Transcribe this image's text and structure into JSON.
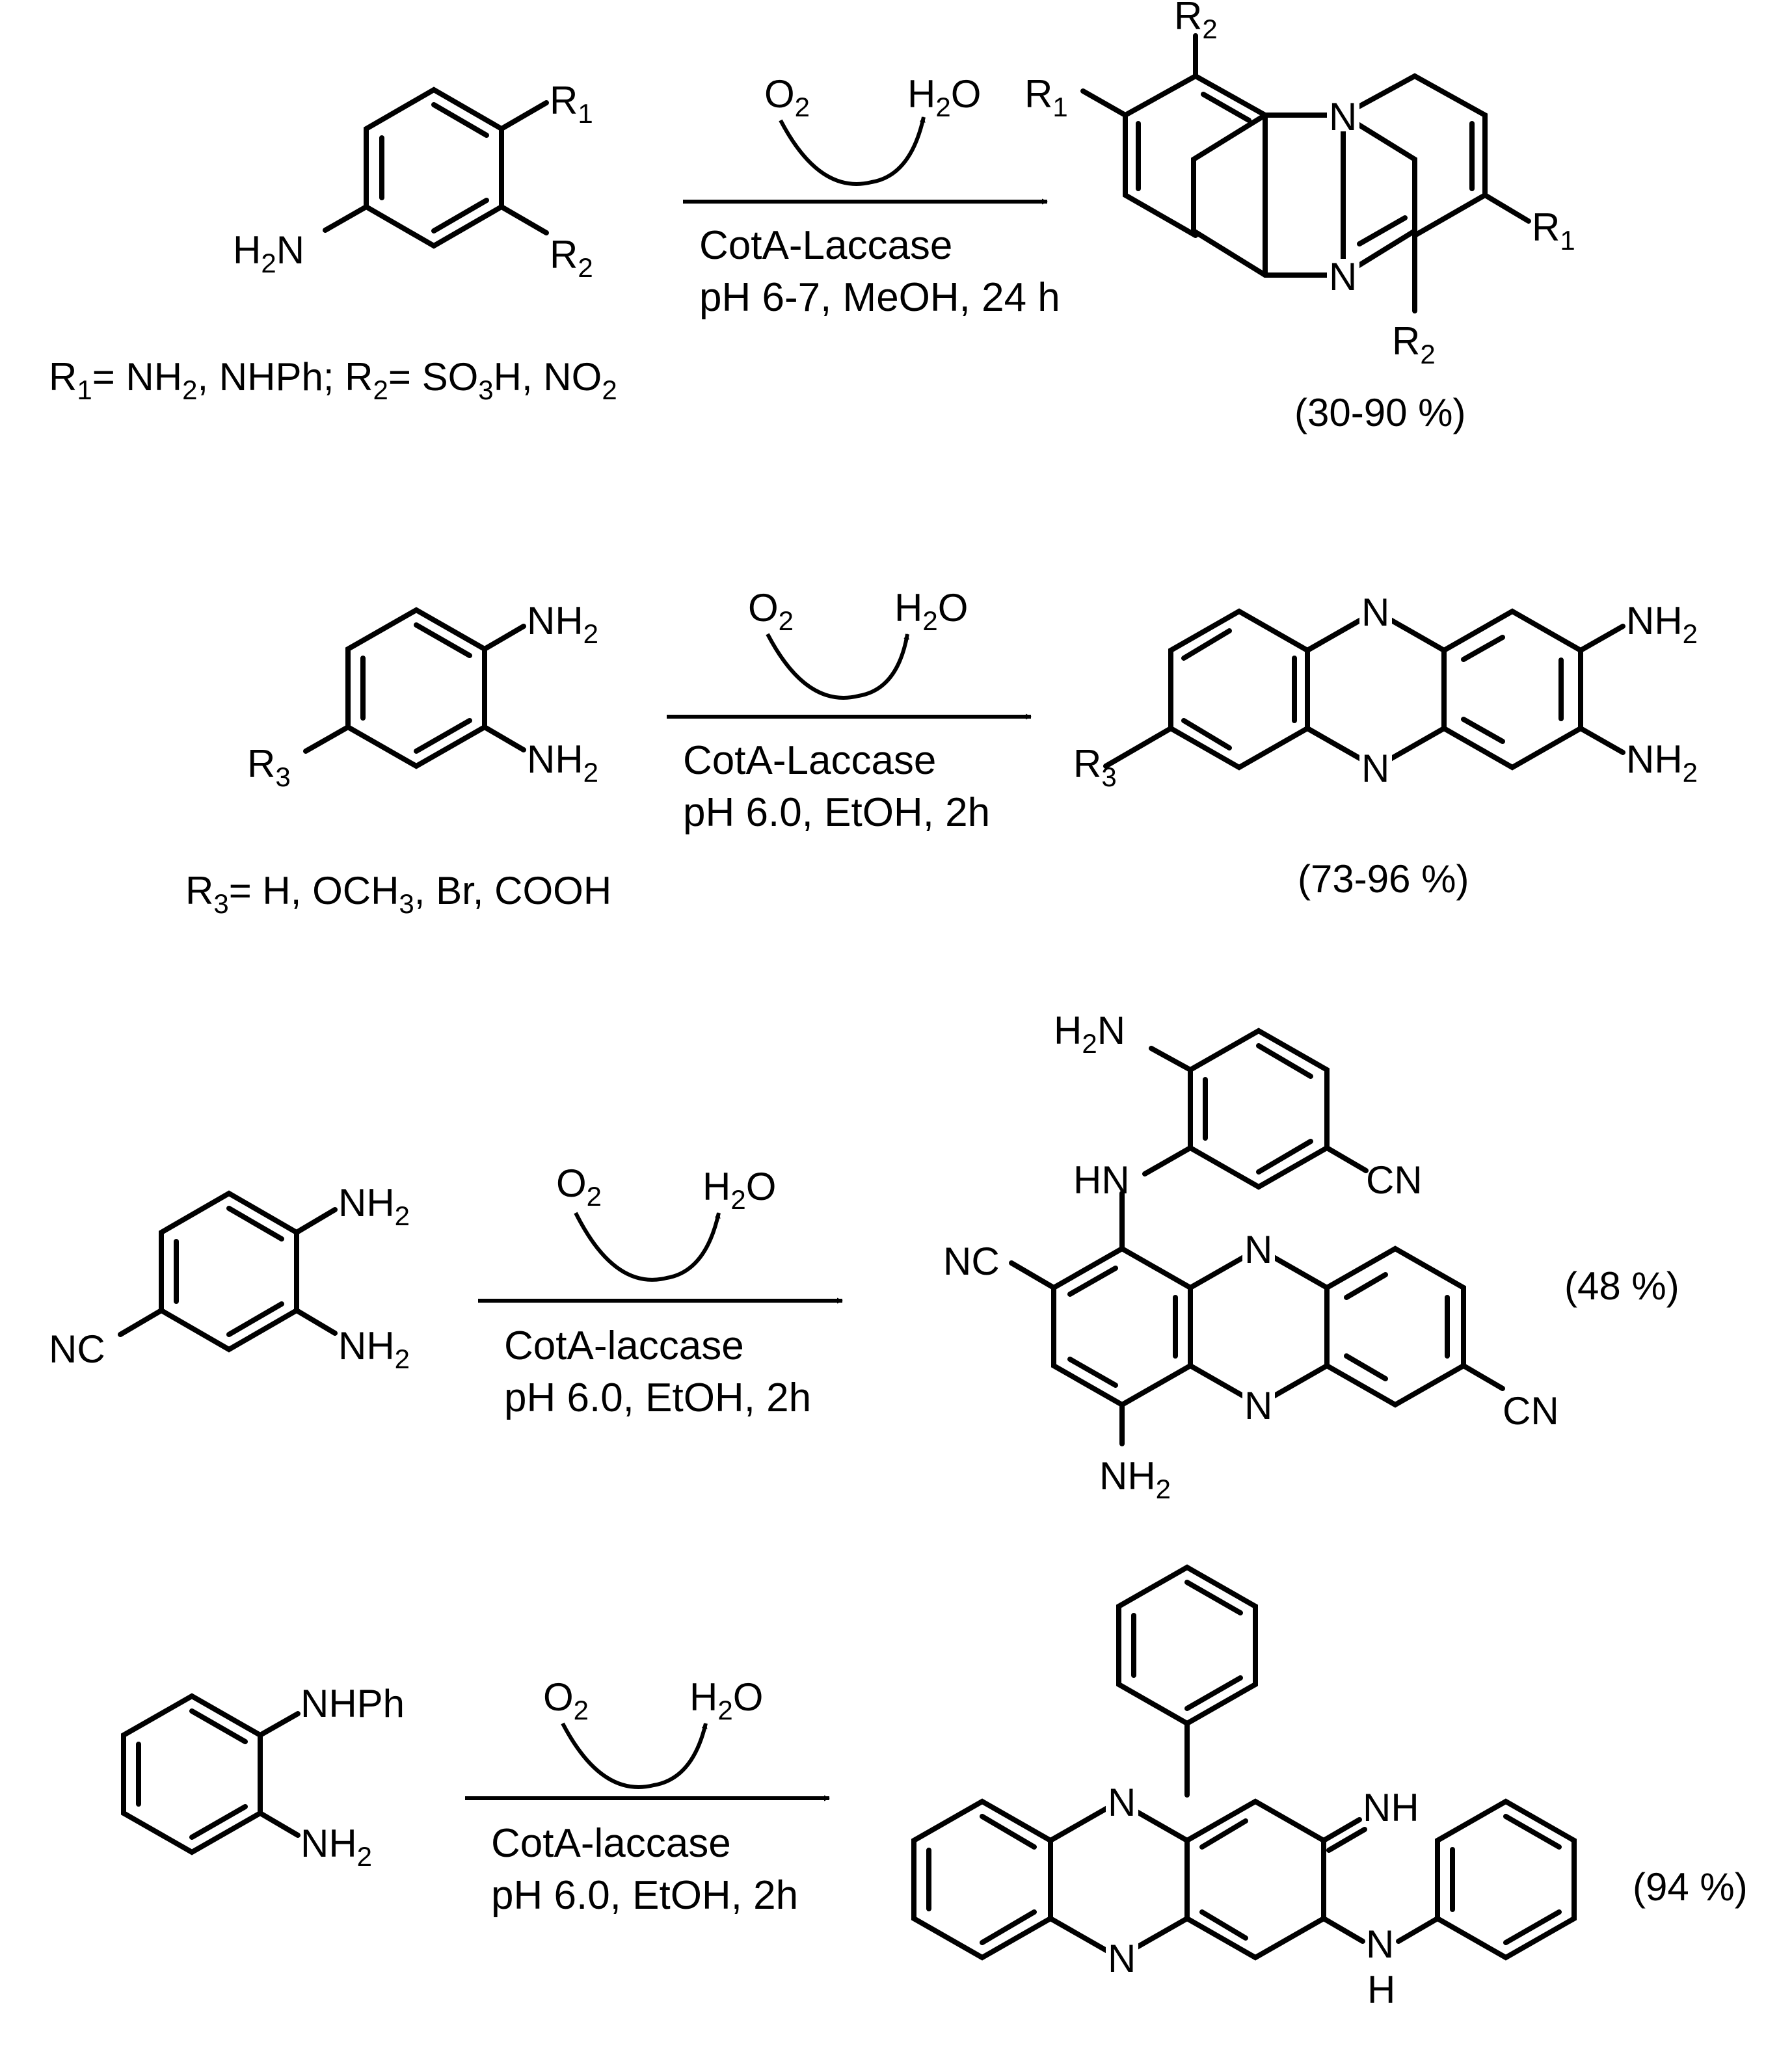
{
  "reactions": [
    {
      "substrate_groups": {
        "r1": "R",
        "r1_sub": "1",
        "r2": "R",
        "r2_sub": "2",
        "amine_h": "H",
        "amine_sub": "2",
        "amine_n": "N"
      },
      "reagents": {
        "o2": "O",
        "o2_sub": "2",
        "h2o_h": "H",
        "h2o_sub": "2",
        "h2o_o": "O"
      },
      "conditions": [
        "CotA-Laccase",
        "pH 6-7, MeOH, 24 h"
      ],
      "product_labels": {
        "n": "N",
        "r": "R",
        "r1_sub": "1",
        "r2_sub": "2"
      },
      "substituent_note": {
        "r1": "R",
        "r1_sub": "1",
        "r1_vals_a": "= NH",
        "r1_vals_sub": "2",
        "r1_vals_b": ", NHPh; ",
        "r2": "R",
        "r2_sub": "2",
        "r2_vals_a": "= SO",
        "r2_vals_sub1": "3",
        "r2_vals_b": "H, NO",
        "r2_vals_sub2": "2"
      },
      "yield": "(30-90 %)"
    },
    {
      "substrate_groups": {
        "nh": "NH",
        "nh_sub": "2",
        "r3": "R",
        "r3_sub": "3"
      },
      "reagents": {
        "o2": "O",
        "o2_sub": "2",
        "h2o_h": "H",
        "h2o_sub": "2",
        "h2o_o": "O"
      },
      "conditions": [
        "CotA-Laccase",
        "pH 6.0, EtOH, 2h"
      ],
      "product_labels": {
        "n": "N",
        "nh": "NH",
        "nh_sub": "2",
        "r3": "R",
        "r3_sub": "3"
      },
      "substituent_note": {
        "r3": "R",
        "r3_sub": "3",
        "vals_a": "= H, OCH",
        "vals_sub": "3",
        "vals_b": ", Br, COOH"
      },
      "yield": "(73-96 %)"
    },
    {
      "substrate_groups": {
        "nh": "NH",
        "nh_sub": "2",
        "nc": "NC"
      },
      "reagents": {
        "o2": "O",
        "o2_sub": "2",
        "h2o_h": "H",
        "h2o_sub": "2",
        "h2o_o": "O"
      },
      "conditions": [
        "CotA-laccase",
        "pH 6.0, EtOH, 2h"
      ],
      "product_labels": {
        "n": "N",
        "h2n_h": "H",
        "h2n_sub": "2",
        "h2n_n": "N",
        "hn": "HN",
        "cn": "CN",
        "nc": "NC",
        "nh": "NH",
        "nh_sub": "2"
      },
      "yield": "(48 %)"
    },
    {
      "substrate_groups": {
        "nhph": "NHPh",
        "nh": "NH",
        "nh_sub": "2"
      },
      "reagents": {
        "o2": "O",
        "o2_sub": "2",
        "h2o_h": "H",
        "h2o_sub": "2",
        "h2o_o": "O"
      },
      "conditions": [
        "CotA-laccase",
        "pH 6.0, EtOH, 2h"
      ],
      "product_labels": {
        "n": "N",
        "nh_imine": "NH",
        "nh_amine_n": "N",
        "nh_amine_h": "H"
      },
      "yield": "(94 %)"
    }
  ]
}
